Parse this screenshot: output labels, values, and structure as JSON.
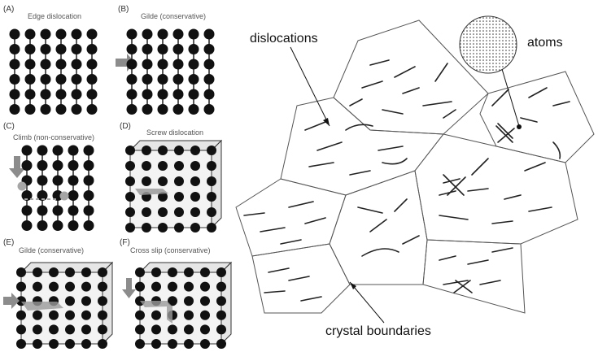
{
  "panels": [
    {
      "letter": "(A)",
      "title": "Edge dislocation"
    },
    {
      "letter": "(B)",
      "title": "Gilde (conservative)"
    },
    {
      "letter": "(C)",
      "title": "Climb (non-conservative)"
    },
    {
      "letter": "(D)",
      "title": "Screw dislocation"
    },
    {
      "letter": "(E)",
      "title": "Gilde (conservative)"
    },
    {
      "letter": "(F)",
      "title": "Cross slip (conservative)"
    }
  ],
  "annotations": {
    "dislocations": "dislocations",
    "atoms": "atoms",
    "crystal_boundaries": "crystal boundaries"
  },
  "colors": {
    "atom": "#111111",
    "arrow": "#8c8c8c",
    "vacancy": "#a6a6a6",
    "cube_face": "#e6e6e6"
  }
}
